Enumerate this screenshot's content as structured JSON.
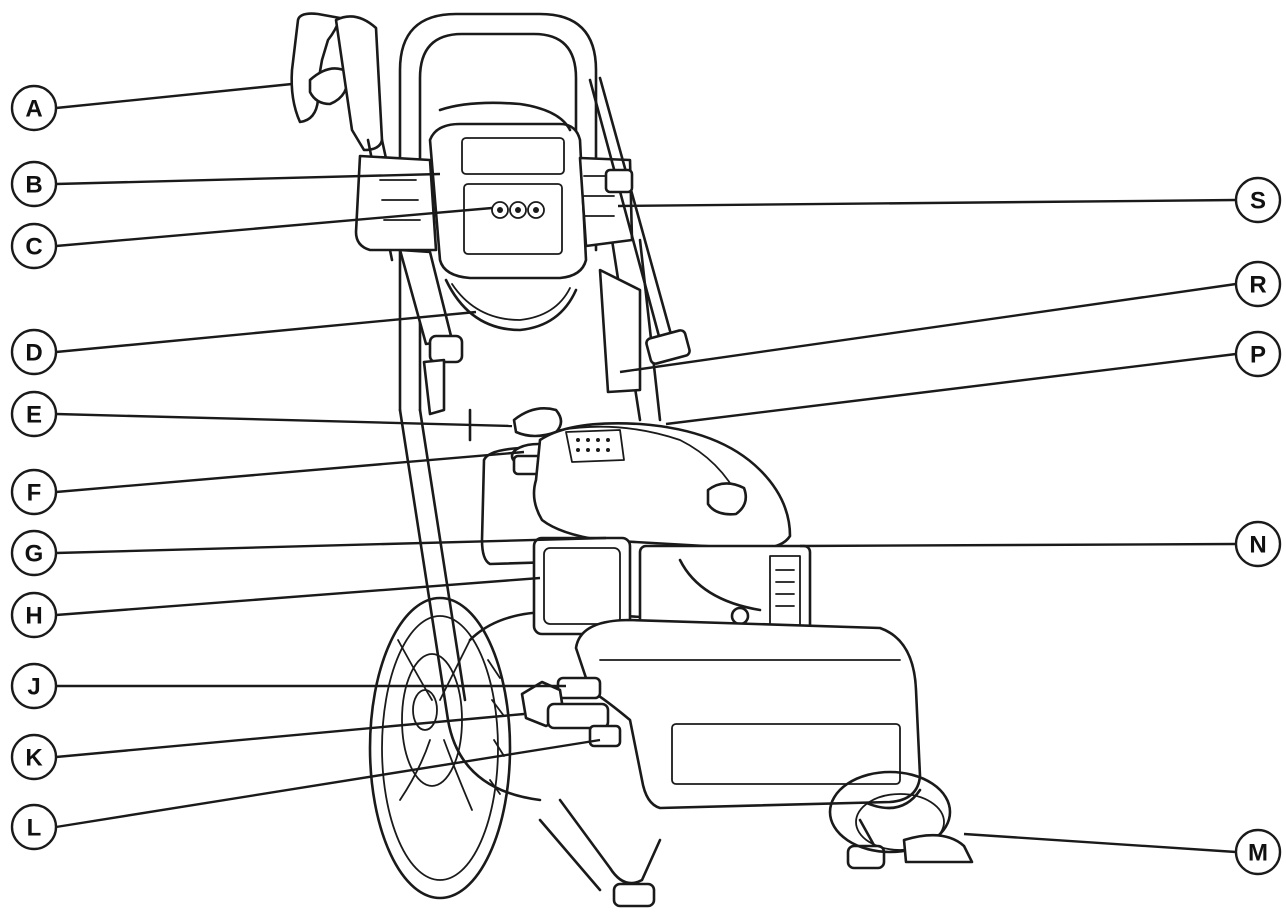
{
  "diagram": {
    "callouts_left": [
      {
        "id": "A",
        "label": "A"
      },
      {
        "id": "B",
        "label": "B"
      },
      {
        "id": "C",
        "label": "C"
      },
      {
        "id": "D",
        "label": "D"
      },
      {
        "id": "E",
        "label": "E"
      },
      {
        "id": "F",
        "label": "F"
      },
      {
        "id": "G",
        "label": "G"
      },
      {
        "id": "H",
        "label": "H"
      },
      {
        "id": "J",
        "label": "J"
      },
      {
        "id": "K",
        "label": "K"
      },
      {
        "id": "L",
        "label": "L"
      }
    ],
    "callouts_right": [
      {
        "id": "S",
        "label": "S"
      },
      {
        "id": "R",
        "label": "R"
      },
      {
        "id": "P",
        "label": "P"
      },
      {
        "id": "N",
        "label": "N"
      },
      {
        "id": "M",
        "label": "M"
      }
    ]
  }
}
